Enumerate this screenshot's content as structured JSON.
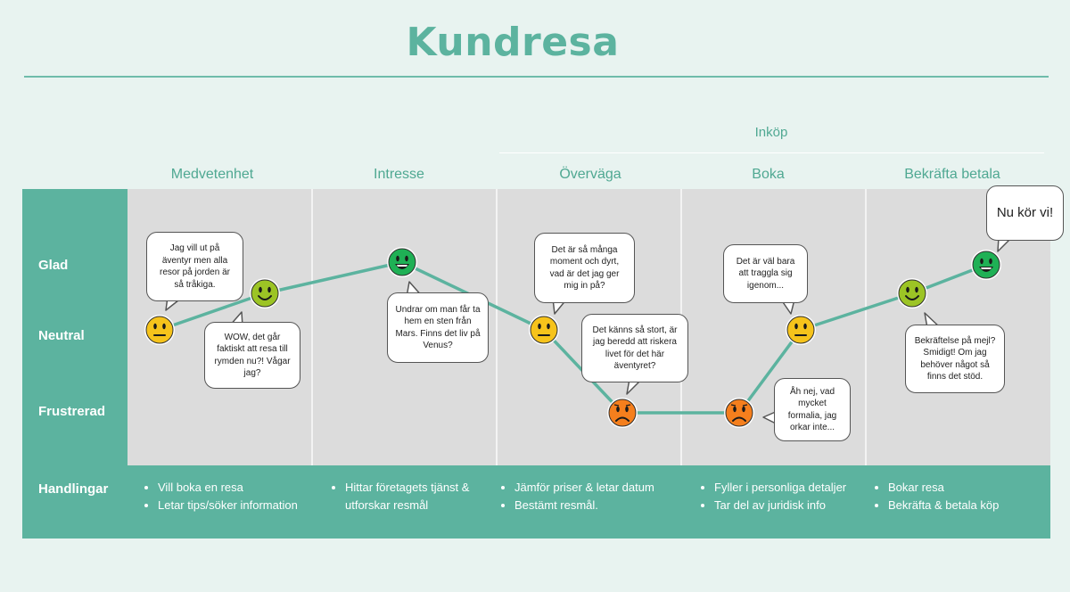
{
  "title": "Kundresa",
  "group_label": "Inköp",
  "phases": [
    "Medvetenhet",
    "Intresse",
    "Överväga",
    "Boka",
    "Bekräfta betala"
  ],
  "rows": [
    "Glad",
    "Neutral",
    "Frustrerad"
  ],
  "actions_label": "Handlingar",
  "actions": [
    [
      "Vill boka en resa",
      "Letar tips/söker information"
    ],
    [
      "Hittar företagets tjänst & utforskar resmål"
    ],
    [
      "Jämför priser & letar datum",
      "Bestämt resmål."
    ],
    [
      "Fyller i personliga detaljer",
      "Tar del av juridisk info"
    ],
    [
      "Bokar resa",
      "Bekräfta & betala köp"
    ]
  ],
  "emotion_points": [
    {
      "phase": "Medvetenhet",
      "mood": "Neutral"
    },
    {
      "phase": "Medvetenhet",
      "mood": "Glad"
    },
    {
      "phase": "Intresse",
      "mood": "Glad"
    },
    {
      "phase": "Överväga",
      "mood": "Neutral"
    },
    {
      "phase": "Överväga",
      "mood": "Frustrerad"
    },
    {
      "phase": "Boka",
      "mood": "Frustrerad"
    },
    {
      "phase": "Boka",
      "mood": "Neutral"
    },
    {
      "phase": "Bekräfta betala",
      "mood": "Glad"
    },
    {
      "phase": "Bekräfta betala",
      "mood": "Glad"
    }
  ],
  "bubbles": [
    "Jag vill ut på äventyr men alla resor på jorden är så tråkiga.",
    "WOW, det går faktiskt att resa till rymden nu?! Vågar jag?",
    "Undrar om man får ta hem en sten från Mars. Finns det liv på Venus?",
    "Det är så många moment och dyrt, vad är det jag ger mig in på?",
    "Det känns så stort, är jag beredd att riskera livet för det här äventyret?",
    "Det är väl bara att traggla sig igenom...",
    "Åh nej, vad mycket formalia, jag orkar inte...",
    "Bekräftelse på mejl? Smidigt! Om jag behöver något så finns det stöd.",
    "Nu kör vi!"
  ],
  "colors": {
    "accent": "#5cb39f",
    "happy": "#1fb055",
    "content": "#9cc425",
    "neutral": "#f6c31b",
    "sad": "#f57f1d"
  }
}
